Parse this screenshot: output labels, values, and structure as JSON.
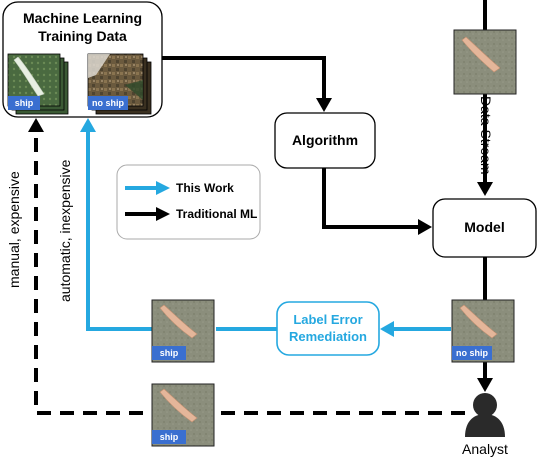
{
  "training_box": {
    "title_line1": "Machine Learning",
    "title_line2": "Training Data"
  },
  "algorithm_label": "Algorithm",
  "model_label": "Model",
  "remediation_line1": "Label Error",
  "remediation_line2": "Remediation",
  "data_stream_label": "Data Stream",
  "left_arrow_label": "manual, expensive",
  "middle_arrow_label": "automatic, inexpensive",
  "legend": {
    "this_work": "This Work",
    "traditional": "Traditional ML",
    "this_work_color": "#25a8e0",
    "traditional_color": "#000000"
  },
  "chips": {
    "train_ship": "ship",
    "train_no_ship": "no ship",
    "middle_ship": "ship",
    "bottom_ship": "ship",
    "right_no_ship": "no ship"
  },
  "analyst_label": "Analyst",
  "icons": {
    "analyst": "person-silhouette-icon"
  }
}
